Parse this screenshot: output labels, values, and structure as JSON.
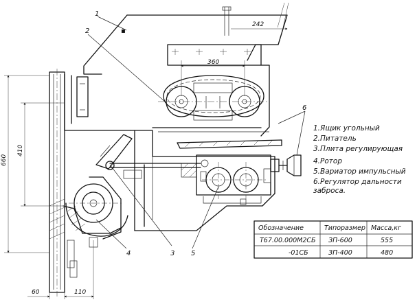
{
  "dimensions": {
    "d242": "242",
    "d360": "360",
    "d410": "410",
    "d660": "660",
    "d60": "60",
    "d110": "110"
  },
  "callouts": [
    "1",
    "2",
    "3",
    "4",
    "5",
    "6"
  ],
  "legend": [
    "1.Ящик угольный",
    "2.Питатель",
    "3.Плита регулирующая",
    "4.Ротор",
    "5.Вариатор импульсный",
    "6.Регулятор дальности",
    "заброса."
  ],
  "table": {
    "headers": [
      "Обозначение",
      "Типоразмер",
      "Масса,кг"
    ],
    "rows": [
      [
        "Т67.00.000М2СБ",
        "ЗП-600",
        "555"
      ],
      [
        "-01СБ",
        "ЗП-400",
        "480"
      ]
    ]
  }
}
